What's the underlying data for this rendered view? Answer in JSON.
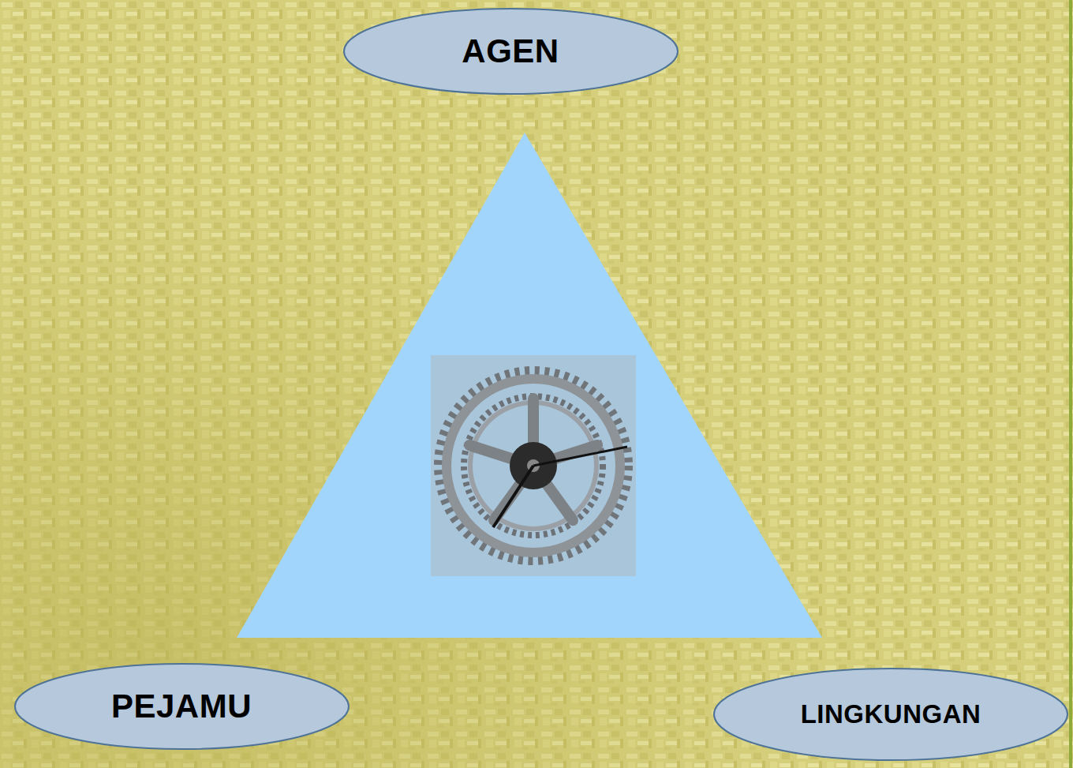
{
  "diagram": {
    "nodes": [
      {
        "text": [
          "AGEN"
        ]
      },
      {
        "text": [
          "PEJAMU"
        ]
      },
      {
        "text": [
          "LINGKUNGAN"
        ]
      }
    ]
  }
}
